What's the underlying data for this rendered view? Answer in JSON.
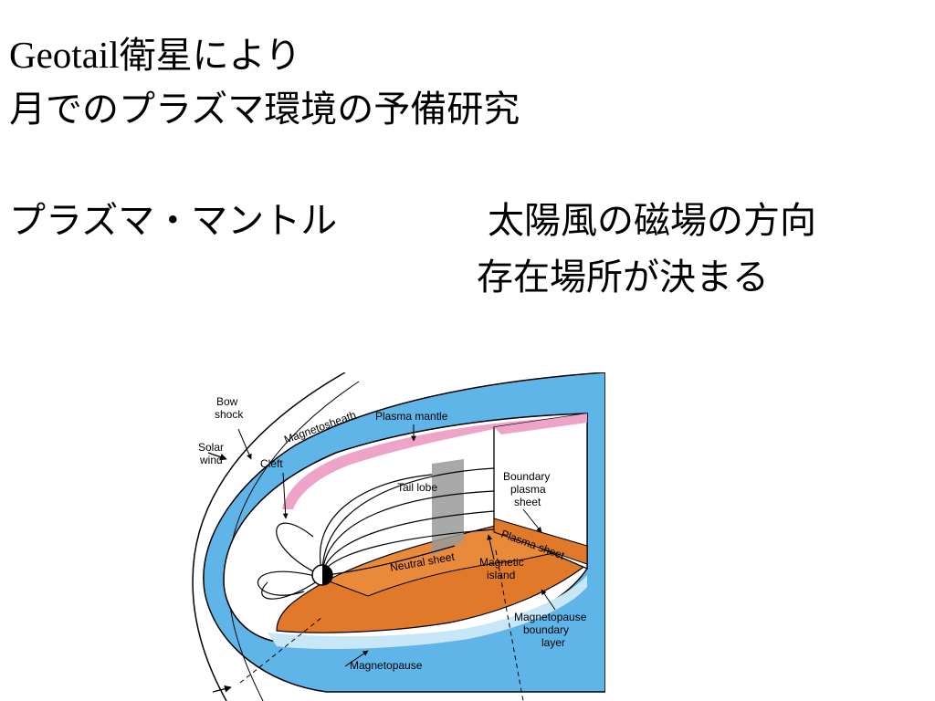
{
  "title": {
    "line1_latin": "Geotail",
    "line1_jp": "衛星により",
    "line2": "月でのプラズマ環境の予備研究"
  },
  "left_label": "プラズマ・マントル",
  "right_label": {
    "line1": "太陽風の磁場の方向",
    "line2": "存在場所が決まる"
  },
  "figure": {
    "labels": {
      "bow_shock_1": "Bow",
      "bow_shock_2": "shock",
      "solar_wind_1": "Solar",
      "solar_wind_2": "wind",
      "magnetosheath": "Magnetosheath",
      "plasma_mantle": "Plasma mantle",
      "cleft": "Cleft",
      "tail_lobe": "Tail lobe",
      "boundary_plasma_sheet_1": "Boundary",
      "boundary_plasma_sheet_2": "plasma",
      "boundary_plasma_sheet_3": "sheet",
      "plasma_sheet": "Plasma sheet",
      "neutral_sheet": "Neutral sheet",
      "magnetic_island_1": "Magnetic",
      "magnetic_island_2": "island",
      "magnetopause_boundary_1": "Magnetopause",
      "magnetopause_boundary_2": "boundary",
      "magnetopause_boundary_3": "layer",
      "magnetopause": "Magnetopause"
    },
    "colors": {
      "magnetosheath_blue": "#5fb4e8",
      "plasma_orange": "#e07a2a",
      "mantle_pink": "#eda4c8",
      "boundary_layer_light_blue": "#c7e6f7",
      "grey_plane": "#9a9a9a"
    }
  }
}
